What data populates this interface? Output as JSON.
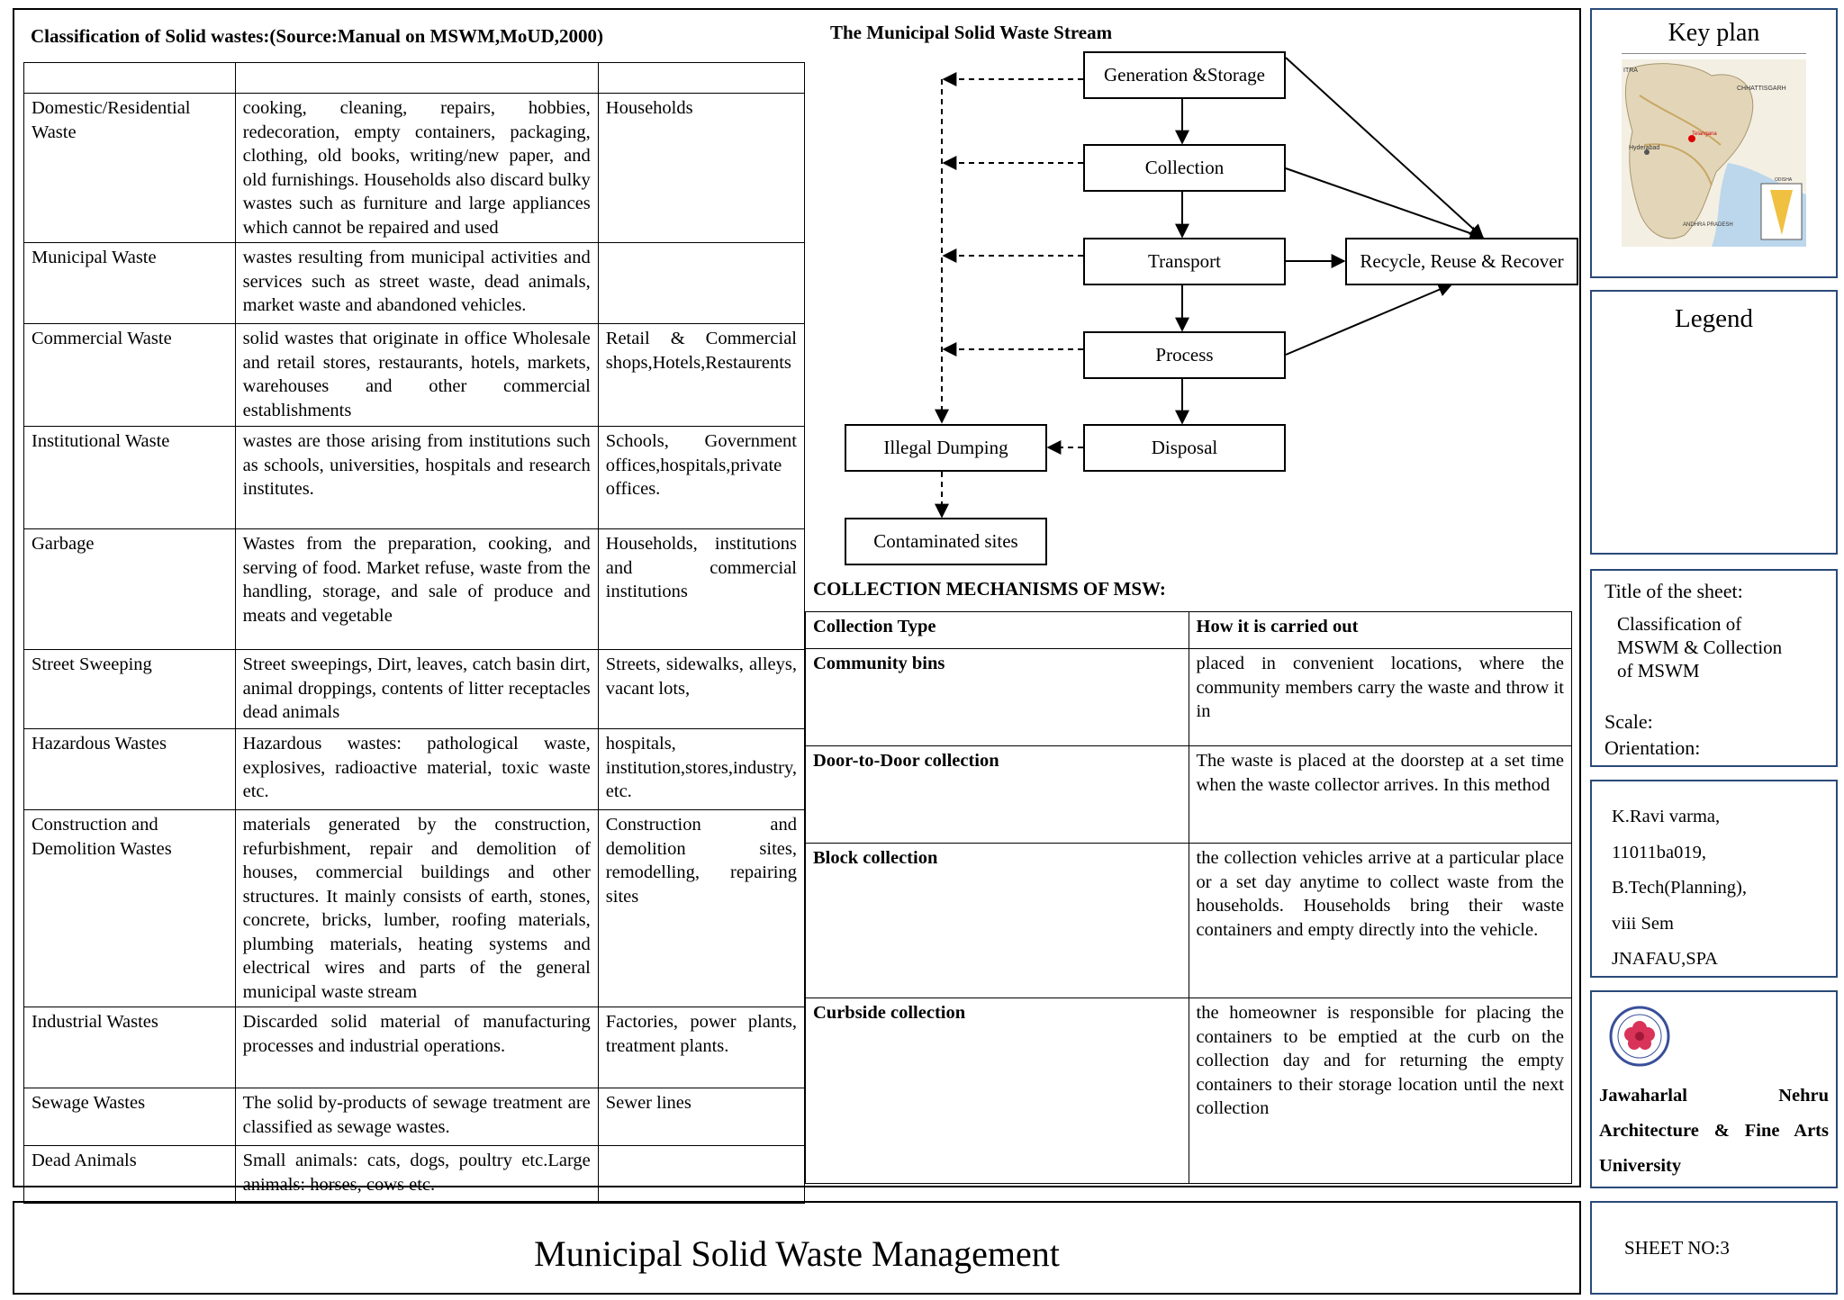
{
  "classification": {
    "heading": "Classification of Solid wastes:(Source:Manual on MSWM,MoUD,2000)",
    "header_row": [
      "",
      "",
      ""
    ],
    "rows": [
      {
        "type": "Domestic/Residential Waste",
        "description": "cooking, cleaning, repairs, hobbies, redecoration, empty containers, packaging, clothing, old books, writing/new paper, and old furnishings. Households also discard bulky wastes such as furniture and large appliances which cannot be repaired and used",
        "source": "Households"
      },
      {
        "type": "Municipal Waste",
        "description": "wastes resulting from municipal activities and services such as street waste, dead animals, market waste and abandoned vehicles.",
        "source": ""
      },
      {
        "type": "Commercial Waste",
        "description": "solid wastes that originate in office Wholesale and retail stores, restaurants, hotels, markets, warehouses and other commercial establishments",
        "source": "Retail & Commercial shops,Hotels,Restaurents"
      },
      {
        "type": "Institutional Waste",
        "description": "wastes are those arising from institutions such as schools, universities, hospitals and research institutes.",
        "source": "Schools, Government offices,hospitals,private offices."
      },
      {
        "type": "Garbage",
        "description": "Wastes from the preparation, cooking, and serving of food. Market refuse, waste from the handling, storage, and sale of produce and meats and vegetable",
        "source": "Households, institutions and commercial institutions"
      },
      {
        "type": "Street Sweeping",
        "description": "Street sweepings, Dirt, leaves, catch basin dirt, animal droppings, contents of litter receptacles dead animals",
        "source": "Streets, sidewalks, alleys, vacant lots,"
      },
      {
        "type": "Hazardous Wastes",
        "description": "Hazardous wastes: pathological waste, explosives, radioactive material, toxic waste etc.",
        "source": "hospitals, institution,stores,industry, etc."
      },
      {
        "type": "Construction and Demolition Wastes",
        "description": "materials generated by the construction, refurbishment, repair and demolition of houses, commercial buildings and other structures. It mainly consists of earth, stones, concrete, bricks, lumber, roofing materials, plumbing materials, heating systems and electrical wires and parts of the general municipal waste stream",
        "source": "Construction and demolition sites, remodelling, repairing sites"
      },
      {
        "type": "Industrial Wastes",
        "description": "Discarded solid material of manufacturing processes and industrial operations.",
        "source": "Factories, power plants, treatment plants."
      },
      {
        "type": "Sewage Wastes",
        "description": "The solid by-products of sewage treatment are classified as sewage wastes.",
        "source": "Sewer lines"
      },
      {
        "type": "Dead Animals",
        "description": "Small animals: cats, dogs, poultry etc.Large animals: horses, cows etc.",
        "source": ""
      }
    ]
  },
  "flow": {
    "heading": "The Municipal Solid Waste Stream",
    "nodes": {
      "generation": "Generation &Storage",
      "collection": "Collection",
      "transport": "Transport",
      "process": "Process",
      "disposal": "Disposal",
      "recycle": "Recycle, Reuse & Recover",
      "illegal": "Illegal Dumping",
      "contaminated": "Contaminated sites"
    }
  },
  "collection": {
    "heading": "COLLECTION MECHANISMS OF MSW:",
    "columns": [
      "Collection Type",
      "How it is carried out"
    ],
    "rows": [
      {
        "type": "Community bins",
        "how": "placed in convenient locations, where the community members carry the waste and throw it in"
      },
      {
        "type": "Door-to-Door collection",
        "how": "The waste is placed at the doorstep at a set time when the waste collector arrives. In this method"
      },
      {
        "type": "Block collection",
        "how": "the collection vehicles arrive at a particular place or a set day anytime to collect waste from the households. Households bring their waste containers and empty directly into the vehicle."
      },
      {
        "type": "Curbside collection",
        "how": "the homeowner is responsible for placing the containers to be emptied at the curb on the collection day and for returning the empty containers to their storage location until the next collection"
      }
    ]
  },
  "sidebar": {
    "keyplan_title": "Key plan",
    "map_labels": {
      "left": "ITRA",
      "top_right": "CHHATTISGARH",
      "city": "Hyderabad",
      "state": "ANDHRA PRADESH",
      "highlight": "Telangana",
      "corner": "ODISHA"
    },
    "legend_title": "Legend",
    "sheet_title_label": "Title of the sheet:",
    "sheet_title": "Classification of MSWM & Collection of MSWM",
    "scale_label": "Scale:",
    "orientation_label": "Orientation:",
    "author_lines": [
      "K.Ravi varma,",
      "11011ba019,",
      "B.Tech(Planning),",
      "viii Sem",
      "JNAFAU,SPA"
    ],
    "university": "Jawaharlal Nehru Architecture & Fine Arts University",
    "sheet_no": "SHEET NO:3"
  },
  "main_title": "Municipal Solid Waste Management",
  "colors": {
    "frame": "#000000",
    "side_border": "#2a4a78",
    "map_land": "#e8ddc4",
    "map_sea": "#bcd7ec",
    "logo": "#d9335a"
  }
}
